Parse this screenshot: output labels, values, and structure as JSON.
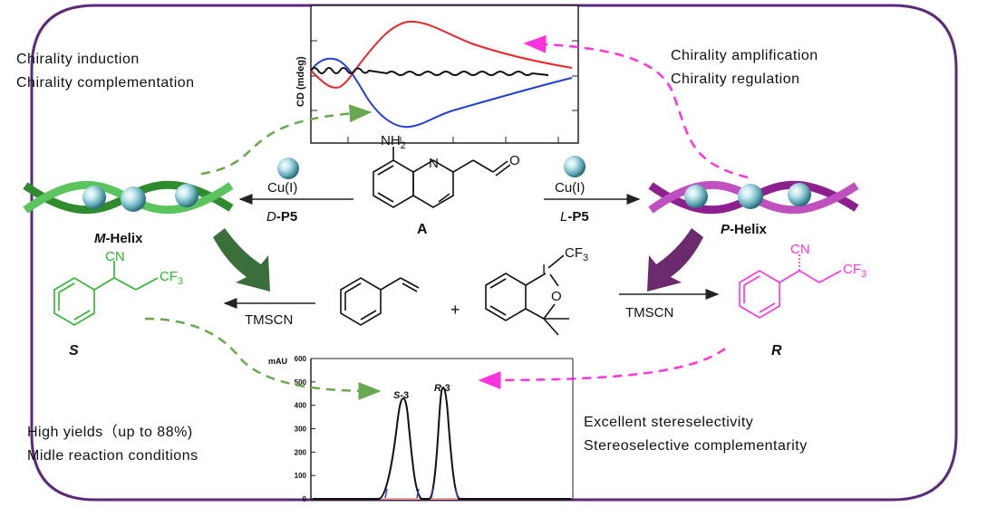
{
  "notes": {
    "top_left": [
      "Chirality induction",
      "Chirality complementation"
    ],
    "top_right": [
      "Chirality amplification",
      "Chirality regulation"
    ],
    "bottom_left": [
      "High yields（up to 88%)",
      "Midle reaction conditions"
    ],
    "bottom_right": [
      "Excellent stereselectivity",
      "Stereoselective complementarity"
    ]
  },
  "cd_chart": {
    "ylabel": "CD (mdeg)",
    "colors": {
      "positive": "#e8272a",
      "negative": "#1f3fd6",
      "baseline": "#111111"
    }
  },
  "hplc_chart": {
    "yunit": "mAU",
    "yticks": [
      "600",
      "500",
      "400",
      "300",
      "200",
      "100",
      "0"
    ],
    "peaks": [
      {
        "label_italic": "S",
        "label_rest": "-3",
        "height": 420
      },
      {
        "label_italic": "R",
        "label_rest": "-3",
        "height": 480
      }
    ]
  },
  "helices": {
    "left": {
      "italic": "M",
      "rest": "-Helix",
      "color": "#2e8b2e"
    },
    "right": {
      "italic": "P",
      "rest": "-Helix",
      "color": "#8e1f8e"
    }
  },
  "catalysts": {
    "left": {
      "metal": "Cu(I)",
      "ligand_italic": "D",
      "ligand_rest": "-P5"
    },
    "right": {
      "metal": "Cu(I)",
      "ligand_italic": "L",
      "ligand_rest": "-P5"
    }
  },
  "compounds": {
    "A": {
      "amine": "NH",
      "amine_sub": "2",
      "n": "N",
      "o": "O",
      "label": "A"
    },
    "togni": {
      "i": "I",
      "cf3": "CF",
      "cf3_sub": "3",
      "o": "O",
      "plus": "+"
    },
    "product_S": {
      "cn": "CN",
      "cf3": "CF",
      "cf3_sub": "3",
      "label": "S",
      "color": "#2fb52f"
    },
    "product_R": {
      "cn": "CN",
      "cf3": "CF",
      "cf3_sub": "3",
      "label": "R",
      "color": "#ff33dd"
    }
  },
  "reagents": {
    "left": "TMSCN",
    "right": "TMSCN"
  },
  "colors": {
    "frame": "#5b2a7a",
    "green_arrow": "#3a6e3a",
    "purple_arrow": "#6b2a6b",
    "green_dash": "#6aa84f",
    "magenta_dash": "#ff33dd"
  }
}
